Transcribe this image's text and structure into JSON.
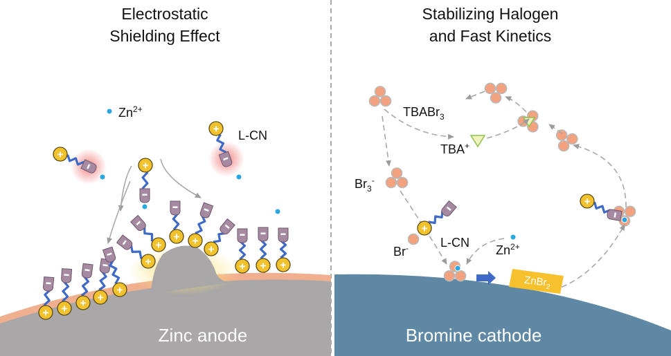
{
  "left_panel": {
    "title_line1": "Electrostatic",
    "title_line2": "Shielding Effect",
    "zn_label": "Zn",
    "zn_charge": "2+",
    "lcn_label": "L-CN",
    "electrode_label": "Zinc anode"
  },
  "right_panel": {
    "title_line1": "Stabilizing  Halogen",
    "title_line2": "and Fast Kinetics",
    "tbabr3_label": "TBABr",
    "tbabr3_sub": "3",
    "tba_label": "TBA",
    "tba_sup": "+",
    "br3_label": "Br",
    "br3_sub": "3",
    "br3_sup": "-",
    "br_label": "Br",
    "br_sup": "-",
    "lcn_label": "L-CN",
    "zn_label": "Zn",
    "zn_charge": "2+",
    "znbr2_label": "ZnBr",
    "znbr2_sub": "2",
    "electrode_label": "Bromine cathode"
  },
  "colors": {
    "zinc_anode": "#a9a7a7",
    "zinc_rim": "#f0b090",
    "bromine_cathode": "#5f88a4",
    "cation": "#f2c12e",
    "anion_head": "#a58aa2",
    "chain": "#3f69c6",
    "zn_ion": "#2aa6e0",
    "br_sphere": "#f2a27e",
    "tba_triangle": "#f3f3c0",
    "znbr2_bar": "#f7c12e",
    "arrow": "#a0a0a0"
  }
}
